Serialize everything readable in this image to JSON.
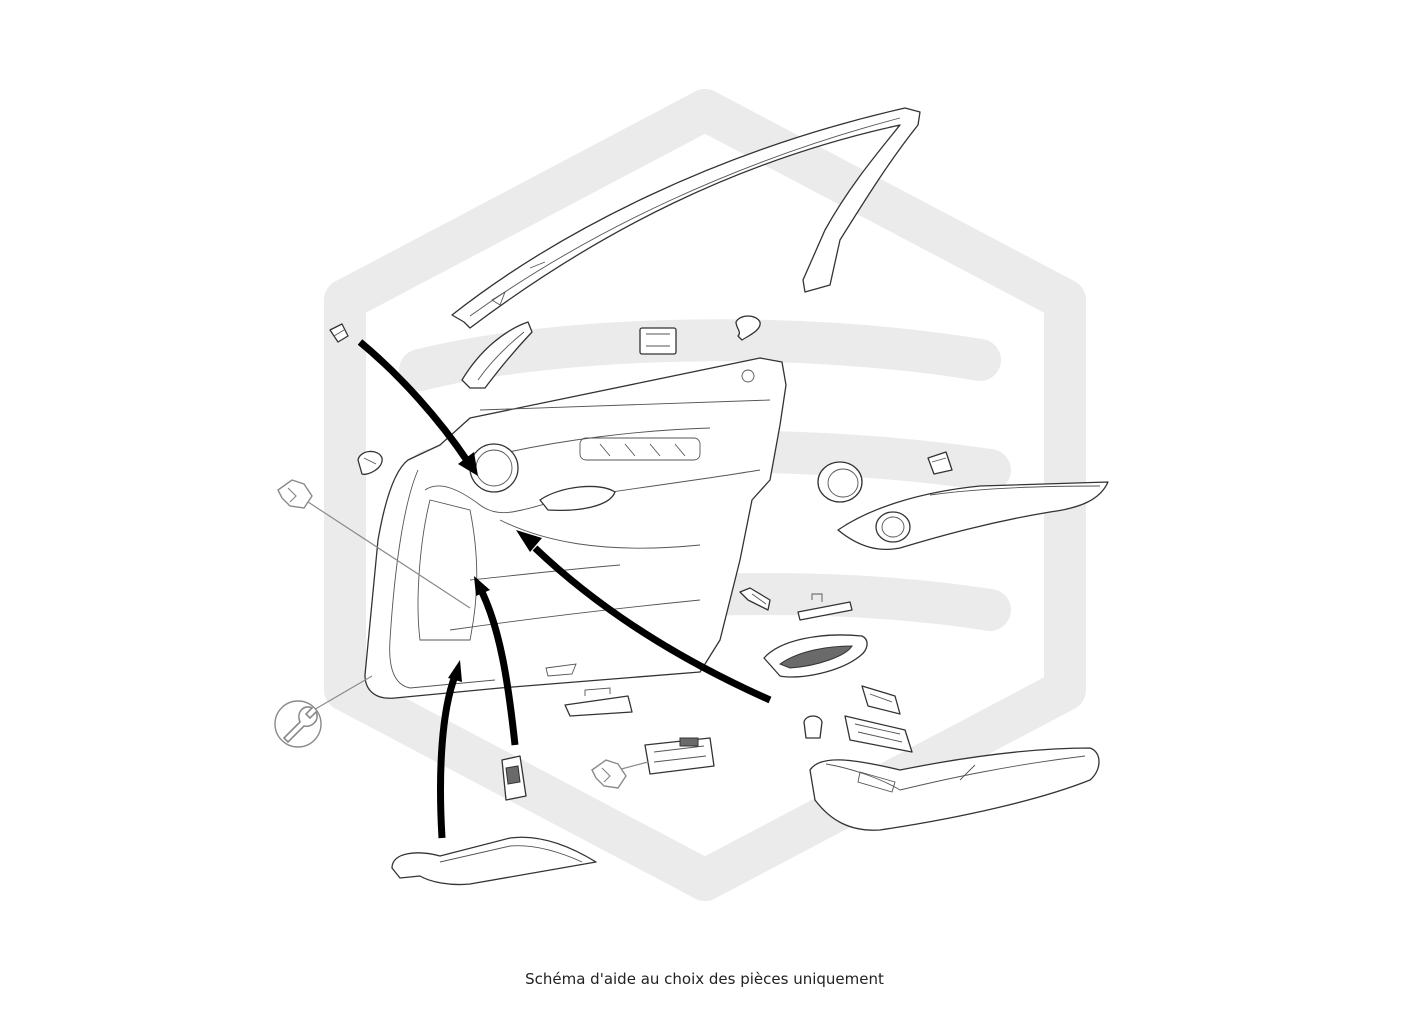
{
  "caption": "Schéma d'aide au choix des pièces uniquement",
  "colors": {
    "background": "#ffffff",
    "line": "#333333",
    "arrow": "#000000",
    "watermark": "#ebebeb",
    "leader": "#8a8a8a"
  },
  "icons": [
    "clip-icon",
    "wrench-icon"
  ],
  "parts": [
    "window-frame-trim",
    "corner-trim",
    "door-panel",
    "speaker-cover",
    "upper-trim-strip",
    "handle-bezel",
    "door-handle",
    "armrest",
    "lower-trim-strip",
    "mounting-clips",
    "switch-module",
    "courtesy-lamp"
  ]
}
